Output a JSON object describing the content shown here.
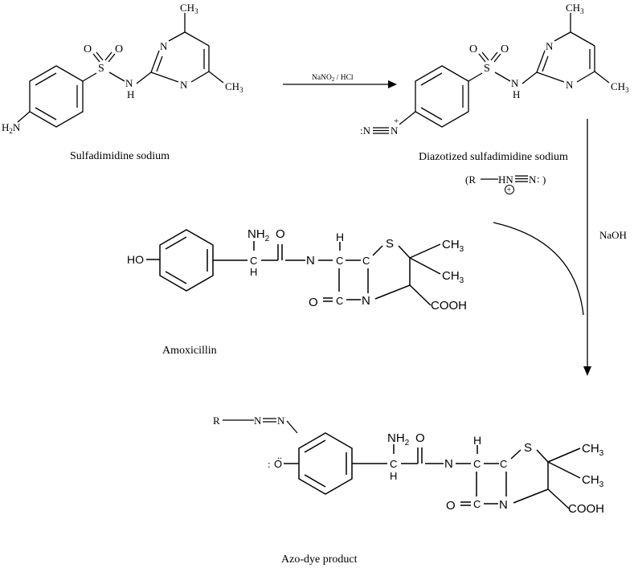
{
  "reactant": {
    "caption": "Sulfadimidine sodium",
    "atoms": {
      "amine": "H",
      "amine_sub": "2",
      "amine_n": "N",
      "s": "S",
      "o1": "O",
      "o2": "O",
      "nh_n": "N",
      "nh_h": "H",
      "n1": "N",
      "n2": "N",
      "ch3": "CH",
      "ch3_sub": "3"
    }
  },
  "reagent_1": {
    "label": "NaNO",
    "sub": "2",
    "rest": " / HCl"
  },
  "diazonium": {
    "caption": "Diazotized sulfadimidine sodium",
    "charge": "+",
    "generic": {
      "open": "(R",
      "hn": "HN",
      "n": "N",
      "close": ")",
      "plus": "+"
    }
  },
  "reagent_2": {
    "label": "NaOH"
  },
  "amoxicillin": {
    "caption": "Amoxicillin",
    "atoms": {
      "ho": "HO",
      "nh2": "NH",
      "nh2_sub": "2",
      "o": "O",
      "h": "H",
      "c": "C",
      "hn": "H",
      "n": "N",
      "s": "S",
      "ch3": "CH",
      "ch3_sub": "3",
      "cooh": "COOH"
    }
  },
  "product": {
    "caption": "Azo-dye product",
    "atoms": {
      "r": "R",
      "n": "N",
      "o_minus": "O",
      "lone_pair": ":",
      "nh2": "NH",
      "nh2_sub": "2",
      "o": "O",
      "h": "H",
      "c": "C",
      "n_amide": "N",
      "s": "S",
      "ch3": "CH",
      "ch3_sub": "3",
      "cooh": "COOH"
    }
  }
}
